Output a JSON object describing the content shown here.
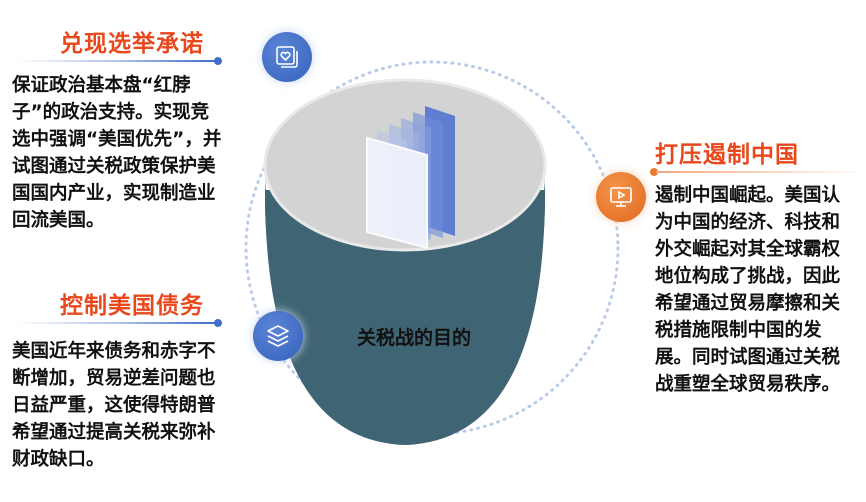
{
  "center_label": "关税战的目的",
  "sections": [
    {
      "title": "兑现选举承诺",
      "icon": "heart-photo-icon",
      "text": "保证政治基本盘“红脖子”的政治支持。实现竞选中强调“美国优先”，并试图通过关税政策保护美国国内产业，实现制造业回流美国。"
    },
    {
      "title": "控制美国债务",
      "icon": "layers-icon",
      "text": "美国近年来债务和赤字不断增加，贸易逆差问题也日益严重，这使得特朗普希望通过提高关税来弥补财政缺口。"
    },
    {
      "title": "打压遏制中国",
      "icon": "monitor-play-icon",
      "text": "遏制中国崛起。美国认为中国的经济、科技和外交崛起对其全球霸权地位构成了挑战，因此希望通过贸易摩擦和关税措施限制中国的发展。同时试图通过关税战重塑全球贸易秩序。"
    }
  ],
  "colors": {
    "title": "#e8481c",
    "blue": "#3f6fc7",
    "orange": "#ec7a2e",
    "bowl": "#3f6473"
  }
}
